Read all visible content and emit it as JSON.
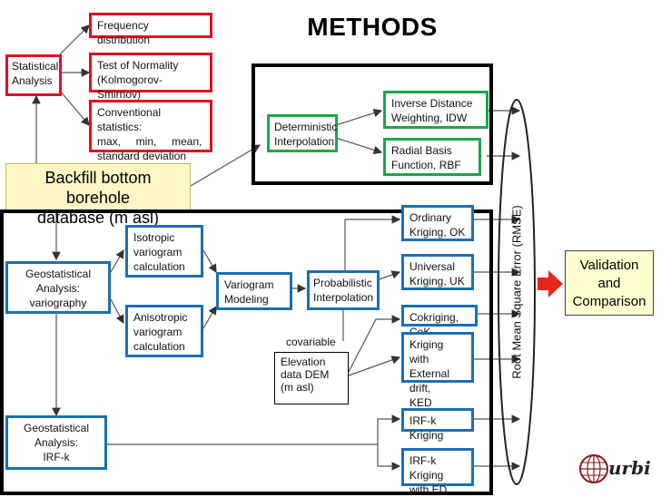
{
  "title": "METHODS",
  "statistical": {
    "root": "Statistical\nAnalysis",
    "freq": "Frequency distribution",
    "normality": "Test of Normality\n(Kolmogorov-Smirnov)",
    "conventional_1": "Conventional statistics:",
    "conventional_2": "max,     min,     mean,",
    "conventional_3": "standard deviation"
  },
  "database": "Backfill bottom borehole\ndatabase (m asl)",
  "deterministic": {
    "interp": "Deterministic\nInterpolation",
    "idw": "Inverse Distance\nWeighting, IDW",
    "rbf": "Radial Basis\nFunction, RBF"
  },
  "geostat": {
    "variography": "Geostatistical\nAnalysis:\nvariography",
    "isotropic": "Isotropic\nvariogram\ncalculation",
    "anisotropic": "Anisotropic\nvariogram\ncalculation",
    "modeling": "Variogram\nModeling",
    "prob": "Probabilistic\nInterpolation",
    "ok": "Ordinary\nKriging, OK",
    "uk": "Universal\nKriging, UK",
    "cok": "Cokriging, CoK",
    "ked": "Kriging with\nExternal drift,\nKED",
    "covariable": "covariable",
    "dem": "Elevation\ndata DEM\n(m asl)",
    "irfk_root": "Geostatistical\nAnalysis:\nIRF-k",
    "irfk": "IRF-k Kriging",
    "irfk_ed": "IRF-k Kriging\nwith ED"
  },
  "rmse": "Root Mean Square Error (RMSE)",
  "validation": "Validation\nand\nComparison",
  "logo": "urbi"
}
